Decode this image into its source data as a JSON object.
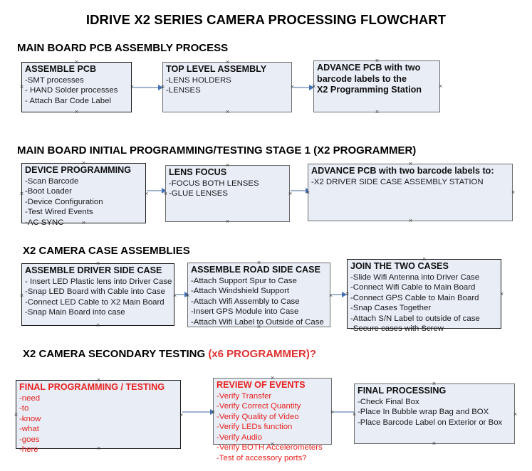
{
  "document": {
    "title": "IDRIVE X2  SERIES CAMERA PROCESSING FLOWCHART"
  },
  "colors": {
    "node_fill": "#e8edf6",
    "node_border": "#1b1b1b",
    "accent_red": "#e8221f",
    "connector_line": "#9fb4cc",
    "connector_head": "#4472b8"
  },
  "sections": [
    {
      "id": "main-board-pcb-assembly-process",
      "header": "MAIN BOARD PCB ASSEMBLY PROCESS",
      "header_accent": "",
      "nodes": [
        {
          "id": "assemble-pcb",
          "title": "ASSEMBLE PCB",
          "lines": [
            "-SMT processes",
            "- HAND Solder processes",
            "- Attach Bar Code Label"
          ]
        },
        {
          "id": "top-level-assembly",
          "title": "TOP LEVEL ASSEMBLY",
          "lines": [
            "-LENS HOLDERS",
            "-LENSES"
          ]
        },
        {
          "id": "advance-pcb-to-x2-programming-station",
          "title": "ADVANCE PCB with two",
          "lines": [
            "barcode labels to the",
            " X2 Programming Station"
          ]
        }
      ]
    },
    {
      "id": "main-board-initial-programming-testing-stage-1",
      "header": "MAIN BOARD INITIAL PROGRAMMING/TESTING STAGE 1 (X2 PROGRAMMER)",
      "header_accent": "",
      "nodes": [
        {
          "id": "device-programming",
          "title": "DEVICE PROGRAMMING",
          "lines": [
            "-Scan Barcode",
            "-Boot Loader",
            "-Device Configuration",
            "-Test Wired Events",
            "-AC SYNC"
          ]
        },
        {
          "id": "lens-focus",
          "title": "LENS FOCUS",
          "lines": [
            "-FOCUS BOTH LENSES",
            "-GLUE LENSES"
          ]
        },
        {
          "id": "advance-pcb-to-driver-side-case-assembly",
          "title": "ADVANCE PCB with two barcode labels to:",
          "lines": [
            "-X2 DRIVER  SIDE  CASE  ASSEMBLY STATION"
          ]
        }
      ]
    },
    {
      "id": "x2-camera-case-assemblies",
      "header": "X2 CAMERA CASE ASSEMBLIES",
      "header_accent": "",
      "nodes": [
        {
          "id": "assemble-driver-side-case",
          "title": "ASSEMBLE DRIVER SIDE CASE",
          "lines": [
            "- Insert LED Plastic lens into Driver Case",
            "-Snap LED Board with Cable into Case",
            "-Connect LED Cable to X2 Main Board",
            "-Snap Main Board into case"
          ]
        },
        {
          "id": "assemble-road-side-case",
          "title": "ASSEMBLE ROAD SIDE CASE",
          "lines": [
            "-Attach Support Spur to Case",
            "-Attach Windshield Support",
            "-Attach Wifi Assembly to Case",
            "-Insert GPS Module into Case",
            "-Attach Wifi Label to Outside of Case"
          ]
        },
        {
          "id": "join-the-two-cases",
          "title": "JOIN THE TWO CASES",
          "lines": [
            "-Slide Wifi Antenna into Driver Case",
            "-Connect Wifi Cable to Main Board",
            "-Connect GPS Cable to Main Board",
            "-Snap Cases Together",
            "-Attach S/N Label to outside of case",
            "-Secure cases with Screw"
          ]
        }
      ]
    },
    {
      "id": "x2-camera-secondary-testing",
      "header": "X2 CAMERA SECONDARY TESTING ",
      "header_accent": "(x6 PROGRAMMER)?",
      "nodes": [
        {
          "id": "final-programming-testing",
          "title": "FINAL PROGRAMMING / TESTING",
          "lines": [
            "-need",
            "-to",
            "-know",
            "-what",
            "-goes",
            "-here"
          ]
        },
        {
          "id": "review-of-events",
          "title": "REVIEW OF EVENTS",
          "lines": [
            "-Verify Transfer",
            "-Verify Correct Quantity",
            "-Verify Quality of Video",
            "-Verify LEDs function",
            "-Verify Audio",
            "-Verify BOTH Accelerometers",
            "-Test of accessory ports?"
          ]
        },
        {
          "id": "final-processing",
          "title": "FINAL PROCESSING",
          "lines": [
            " -Check Final Box",
            "-Place In Bubble wrap Bag and BOX",
            "-Place Barcode Label on Exterior or Box"
          ]
        }
      ]
    }
  ],
  "handle_glyph": "×"
}
